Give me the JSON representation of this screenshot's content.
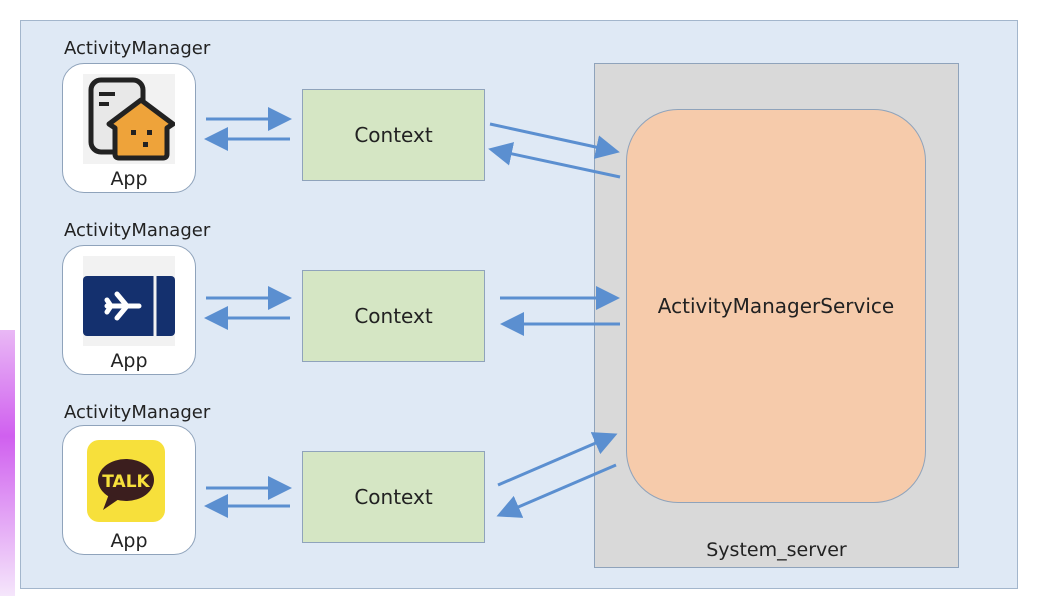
{
  "rows": [
    {
      "manager_label": "ActivityManager",
      "app_label": "App",
      "app_icon": "house-app-icon",
      "context_label": "Context"
    },
    {
      "manager_label": "ActivityManager",
      "app_label": "App",
      "app_icon": "airplane-ticket-icon",
      "context_label": "Context"
    },
    {
      "manager_label": "ActivityManager",
      "app_label": "App",
      "app_icon": "kakaotalk-icon",
      "icon_text": "TALK",
      "context_label": "Context"
    }
  ],
  "service_label": "ActivityManagerService",
  "server_label": "System_server",
  "colors": {
    "arrow": "#5b8fd0",
    "context": "#d5e6c4",
    "service": "#f6cbab",
    "server": "#d9d9d9",
    "background": "#dfe9f5"
  }
}
